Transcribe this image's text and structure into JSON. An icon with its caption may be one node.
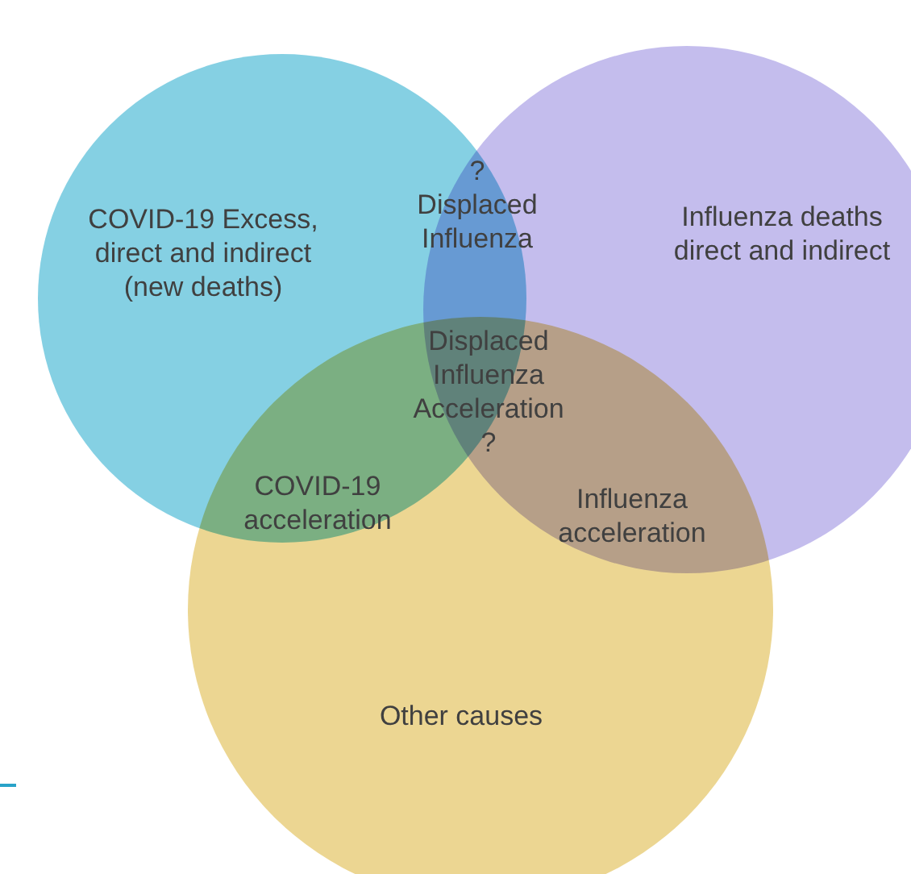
{
  "diagram": {
    "nodes": [
      {
        "text": [
          "COVID-19 Excess, direct and indirect (new deaths)"
        ]
      },
      {
        "text": [
          "Influenza deaths direct and indirect"
        ]
      },
      {
        "text": [
          "Other causes"
        ]
      }
    ],
    "labels": [
      "? Displaced Influenza",
      "Displaced Influenza Acceleration ?",
      "COVID-19 acceleration",
      "Influenza acceleration"
    ]
  }
}
